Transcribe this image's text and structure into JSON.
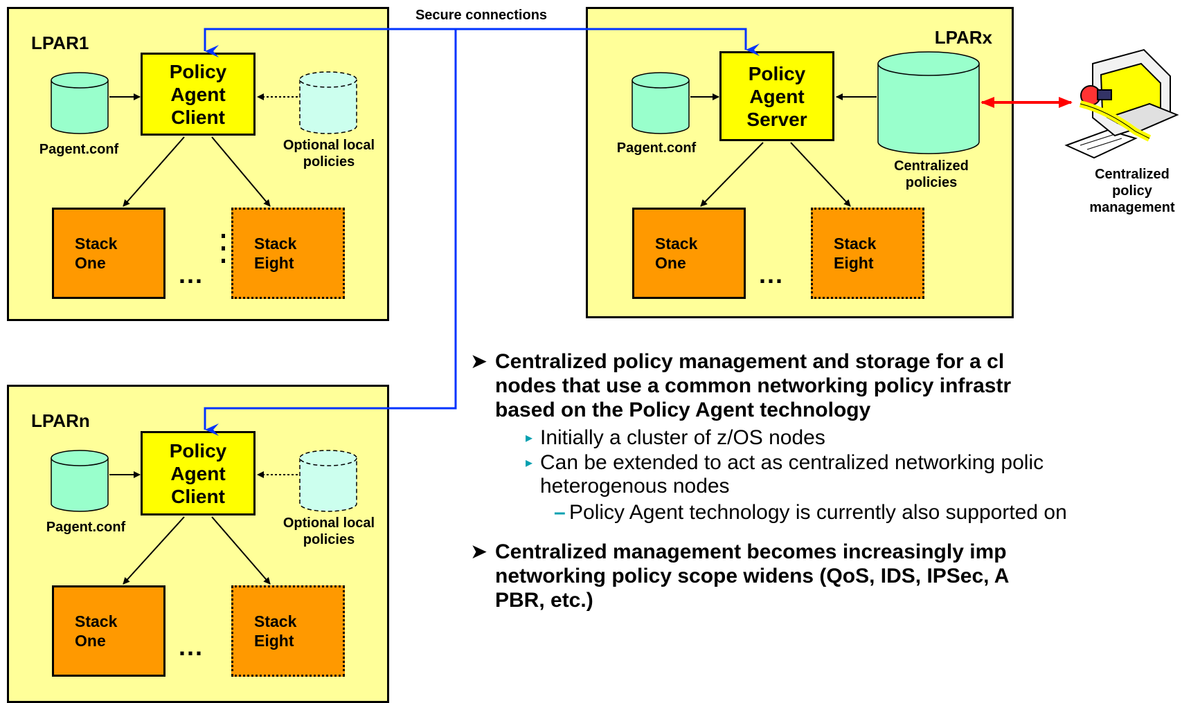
{
  "connections_label": "Secure connections",
  "lpar1": {
    "title": "LPAR1",
    "agent": [
      "Policy",
      "Agent",
      "Client"
    ],
    "conf_label": "Pagent.conf",
    "local_label": [
      "Optional local",
      "policies"
    ],
    "stack_one": [
      "Stack",
      "One"
    ],
    "stack_eight": [
      "Stack",
      "Eight"
    ],
    "ellipsis": "..."
  },
  "lparx": {
    "title": "LPARx",
    "agent": [
      "Policy",
      "Agent",
      "Server"
    ],
    "conf_label": "Pagent.conf",
    "central_label": [
      "Centralized",
      "policies"
    ],
    "stack_one": [
      "Stack",
      "One"
    ],
    "stack_eight": [
      "Stack",
      "Eight"
    ],
    "ellipsis": "..."
  },
  "lparn": {
    "title": "LPARn",
    "agent": [
      "Policy",
      "Agent",
      "Client"
    ],
    "conf_label": "Pagent.conf",
    "local_label": [
      "Optional local",
      "policies"
    ],
    "stack_one": [
      "Stack",
      "One"
    ],
    "stack_eight": [
      "Stack",
      "Eight"
    ],
    "ellipsis": "..."
  },
  "management_label": [
    "Centralized",
    "policy",
    "management"
  ],
  "bullets": [
    {
      "level": 1,
      "lines": [
        "Centralized policy management and storage for a cl",
        "nodes that use a common networking policy infrastr",
        "based on the Policy Agent technology"
      ]
    },
    {
      "level": 2,
      "lines": [
        "Initially a cluster of z/OS nodes"
      ]
    },
    {
      "level": 2,
      "lines": [
        "Can be extended to act as centralized networking polic",
        "heterogenous nodes"
      ]
    },
    {
      "level": 3,
      "lines": [
        "Policy Agent technology is currently also supported on"
      ]
    },
    {
      "level": 1,
      "lines": [
        "Centralized management becomes increasingly imp",
        "networking policy scope widens (QoS, IDS, IPSec, A",
        "PBR, etc.)"
      ]
    }
  ],
  "colors": {
    "lpar_fill": "#ffff99",
    "agent_fill": "#ffff00",
    "stack_fill": "#ff9900",
    "cylinder_fill": "#99ffcc",
    "secure_link": "#0033ff",
    "management_link": "#ff0000",
    "bullet_accent": "#00a0b0"
  },
  "icons": [
    "database-cylinder-icon",
    "workstation-user-icon"
  ]
}
